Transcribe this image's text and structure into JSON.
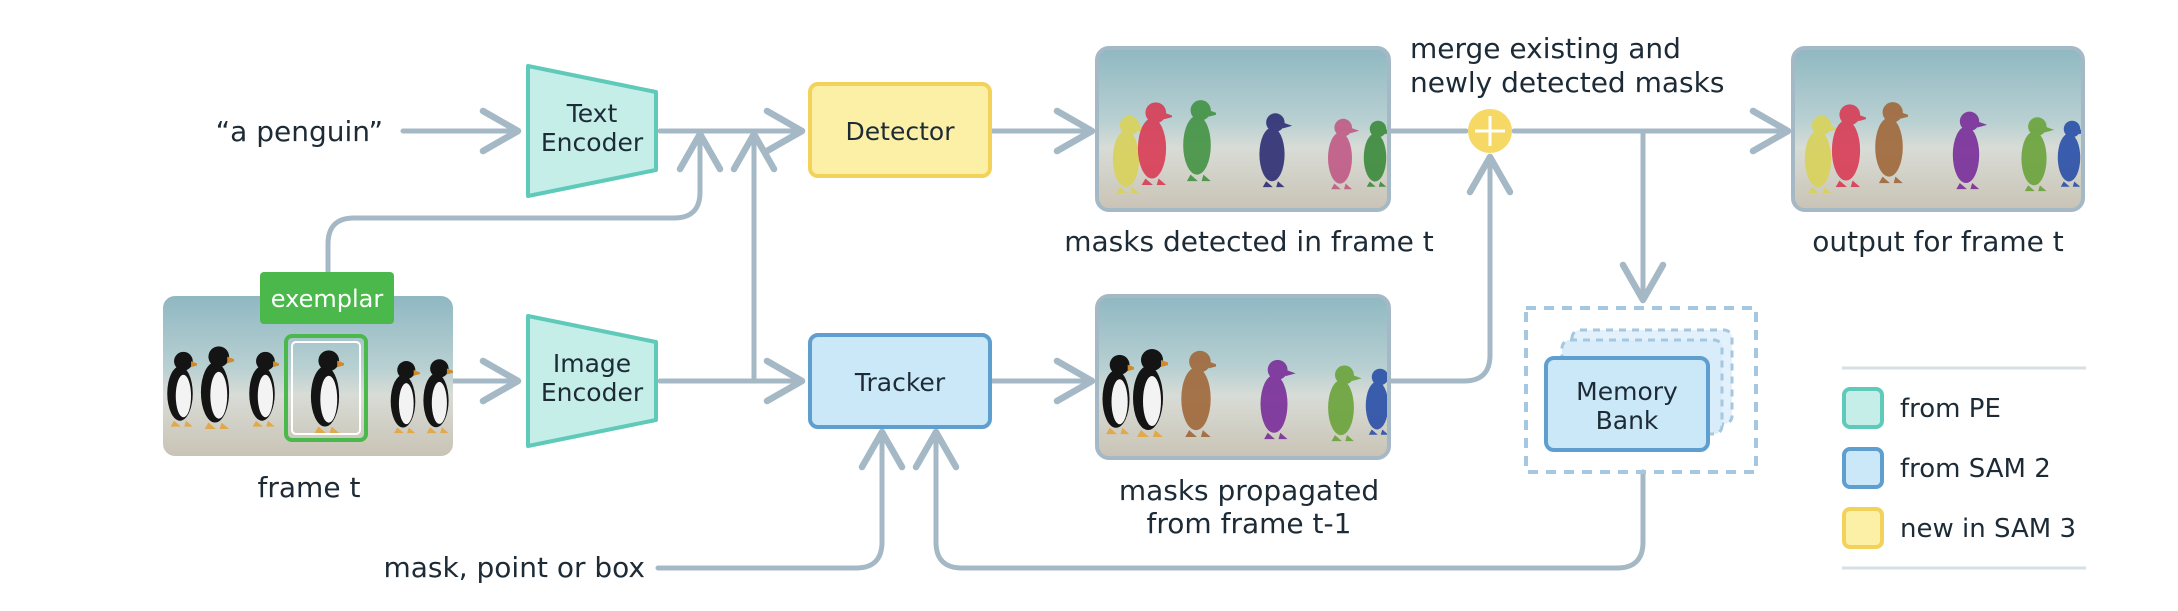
{
  "inputs": {
    "text_prompt": "“a penguin”",
    "visual_prompt": "mask, point or box",
    "exemplar": "exemplar"
  },
  "nodes": {
    "text_encoder": [
      "Text",
      "Encoder"
    ],
    "image_encoder": [
      "Image",
      "Encoder"
    ],
    "detector": "Detector",
    "tracker": "Tracker",
    "memory_bank": [
      "Memory",
      "Bank"
    ]
  },
  "captions": {
    "frame": "frame t",
    "detected": "masks detected in frame t",
    "propagated": [
      "masks propagated",
      "from frame t-1"
    ],
    "merge": [
      "merge existing and",
      "newly detected masks"
    ],
    "output": "output for frame t"
  },
  "legend": [
    {
      "label": "from PE",
      "fill": "#c5eee8",
      "stroke": "#5fcab9"
    },
    {
      "label": "from SAM 2",
      "fill": "#cbe8f8",
      "stroke": "#5f9fd0"
    },
    {
      "label": "new in SAM 3",
      "fill": "#fcefa6",
      "stroke": "#f2d25a"
    }
  ],
  "colors": {
    "arrow": "#a5b8c5",
    "exemplar": "#4ab84a",
    "merge": "#f6d864"
  }
}
